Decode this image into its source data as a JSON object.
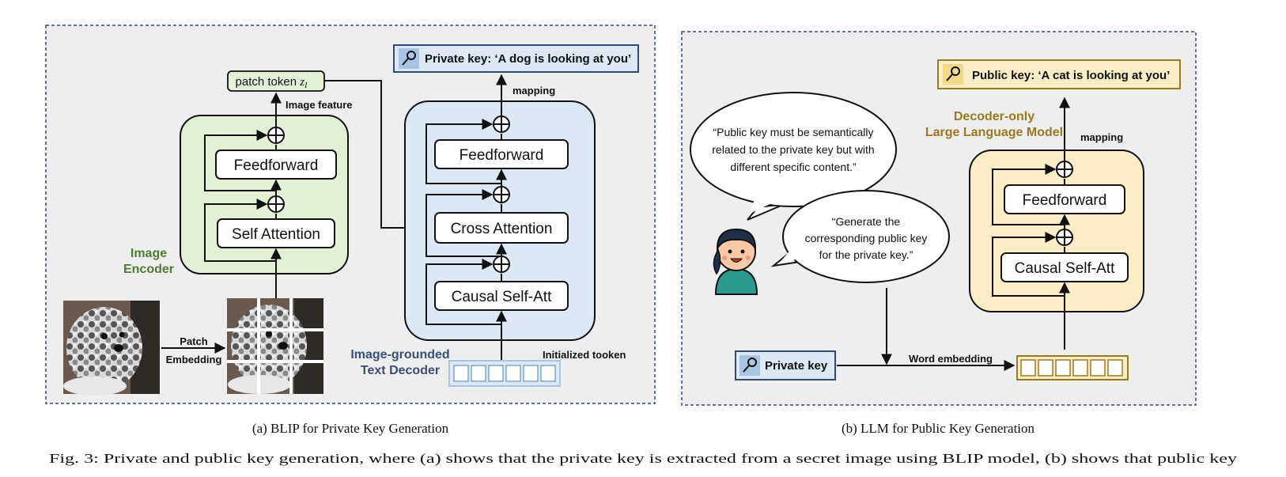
{
  "panel_a": {
    "private_key_box": "Private key: ‘A dog is looking at you’",
    "mapping_label": "mapping",
    "patch_token_text": "patch token",
    "patch_token_symbol": "z",
    "patch_token_subscript": "I",
    "image_feature_label": "Image feature",
    "encoder_blocks": [
      "Feedforward",
      "Self Attention"
    ],
    "encoder_label": [
      "Image",
      "Encoder"
    ],
    "patch_embedding_label": [
      "Patch",
      "Embedding"
    ],
    "decoder_blocks": [
      "Feedforward",
      "Cross Attention",
      "Causal Self-Att"
    ],
    "decoder_label": [
      "Image-grounded",
      "Text Decoder"
    ],
    "initialized_token_label": "Initialized tooken",
    "caption": "(a) BLIP for Private Key Generation"
  },
  "panel_b": {
    "public_key_box": "Public key: ‘A cat is looking at you’",
    "llm_label": [
      "Decoder-only",
      "Large Language Model"
    ],
    "mapping_label": "mapping",
    "bubble_top": [
      "“Public key must be semantically",
      "related to the private key but with",
      "different specific content.”"
    ],
    "bubble_bottom": [
      "“Generate the",
      "corresponding public key",
      "for the private key.”"
    ],
    "llm_blocks": [
      "Feedforward",
      "Causal Self-Att"
    ],
    "private_key_box": "Private key",
    "word_embedding_label": "Word embedding",
    "caption": "(b) LLM for Public Key Generation"
  },
  "figure_caption": "Fig. 3: Private and public key generation, where (a) shows that the private key is extracted from a secret image using BLIP model, (b) shows that public key",
  "colors": {
    "panel_bg": "#eeeeee",
    "panel_border": "#2e4a7a",
    "encoder_fill": "#e3f0d6",
    "encoder_label": "#4f7a35",
    "decoder_fill": "#dde8f5",
    "decoder_label": "#3a4f78",
    "llm_fill": "#fbedc6",
    "llm_label": "#9a7a1e",
    "key_icon_bg": "#a9c5e6"
  }
}
